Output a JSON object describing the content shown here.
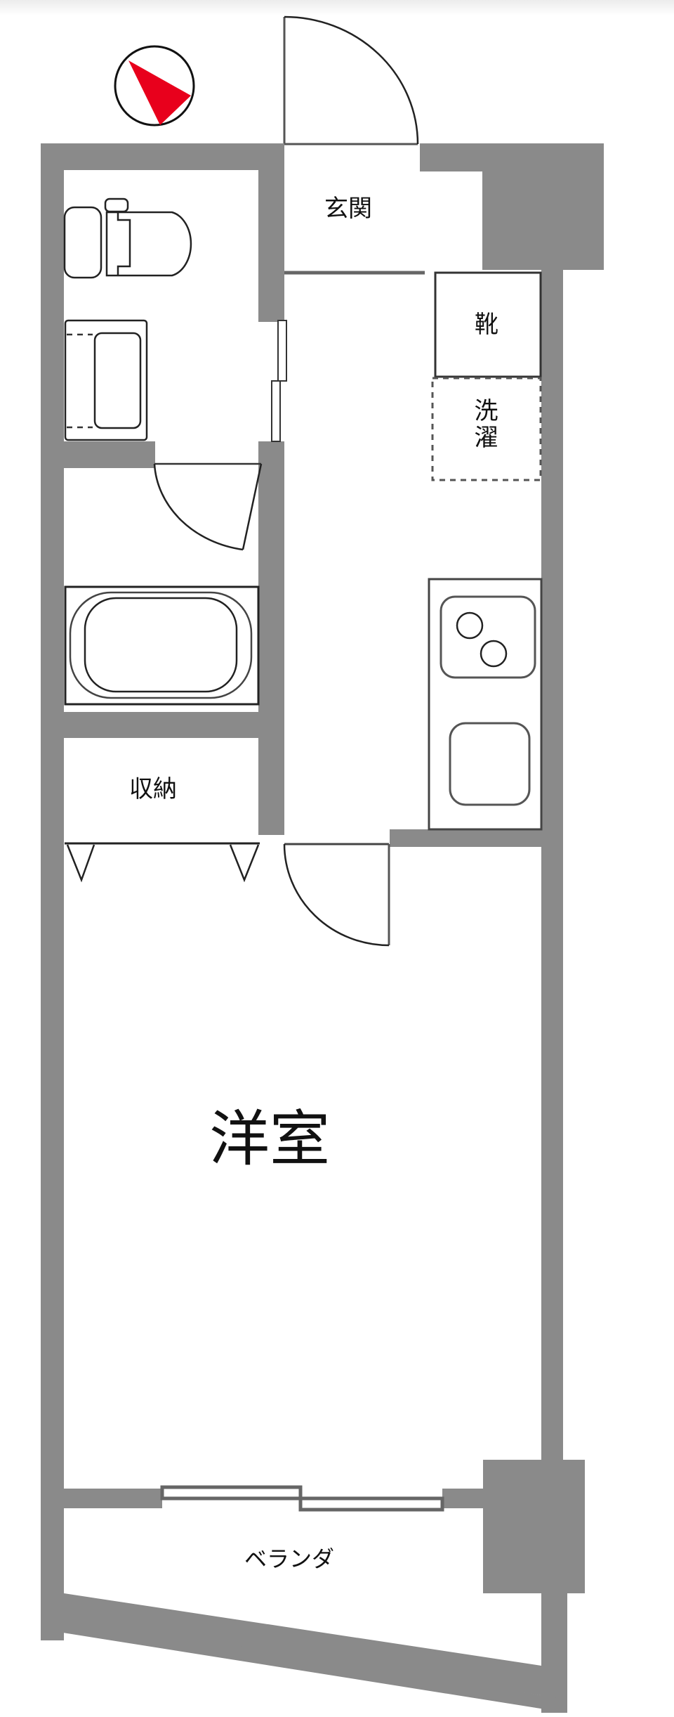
{
  "plan": {
    "type": "apartment-floor-plan",
    "rooms": {
      "entrance": "玄関",
      "shoe_storage": "靴",
      "laundry": "洗濯",
      "storage": "収納",
      "western_room": "洋室",
      "balcony": "ベランダ"
    },
    "fixtures": [
      "toilet",
      "washbasin",
      "bathtub",
      "kitchen-sink",
      "two-burner-stove",
      "sliding-window",
      "closet-doors"
    ],
    "compass": {
      "icon": "compass-north-icon",
      "pointer_color": "#e8001c"
    },
    "colors": {
      "wall": "#8a8a8a",
      "line": "#222222",
      "background": "#ffffff"
    }
  }
}
